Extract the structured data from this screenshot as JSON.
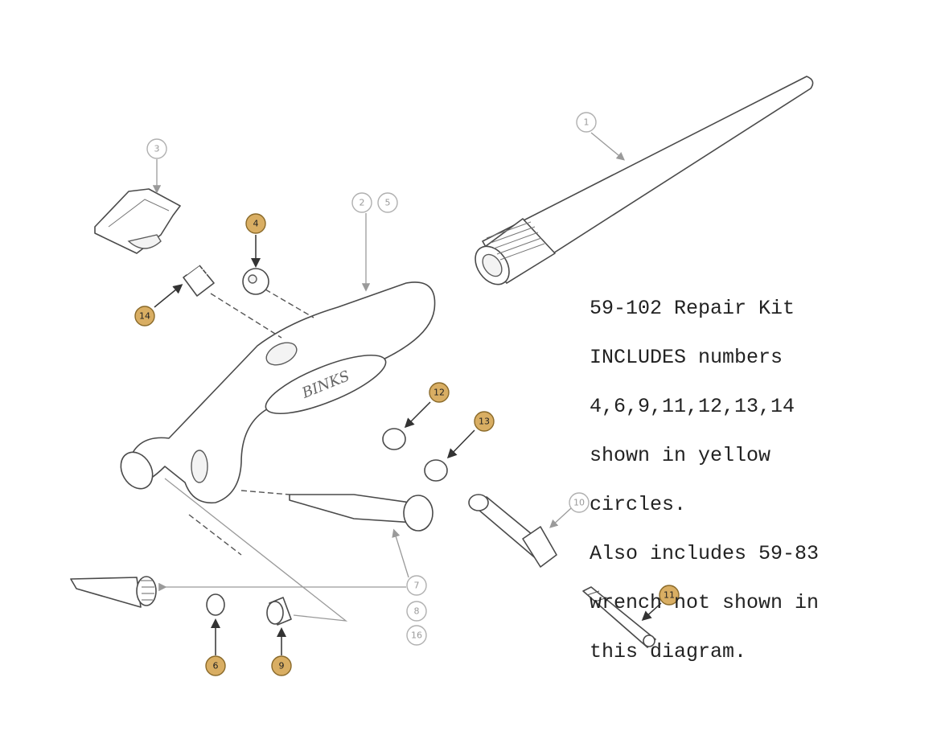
{
  "caption": {
    "lines": [
      "59-102 Repair Kit",
      "INCLUDES numbers",
      "4,6,9,11,12,13,14",
      "shown in yellow",
      "circles.",
      "Also includes 59-83",
      "wrench not shown in",
      "this diagram."
    ]
  },
  "logo_text": "BINKS",
  "callouts": [
    {
      "id": "c1",
      "label": "1",
      "kit": false
    },
    {
      "id": "c2",
      "label": "2",
      "kit": false
    },
    {
      "id": "c3",
      "label": "3",
      "kit": false
    },
    {
      "id": "c4",
      "label": "4",
      "kit": true
    },
    {
      "id": "c5",
      "label": "5",
      "kit": false
    },
    {
      "id": "c6",
      "label": "6",
      "kit": true
    },
    {
      "id": "c7",
      "label": "7",
      "kit": false
    },
    {
      "id": "c8",
      "label": "8",
      "kit": false
    },
    {
      "id": "c9",
      "label": "9",
      "kit": true
    },
    {
      "id": "c10",
      "label": "10",
      "kit": false
    },
    {
      "id": "c11",
      "label": "11",
      "kit": true
    },
    {
      "id": "c12",
      "label": "12",
      "kit": true
    },
    {
      "id": "c13",
      "label": "13",
      "kit": true
    },
    {
      "id": "c14",
      "label": "14",
      "kit": true
    },
    {
      "id": "c16",
      "label": "16",
      "kit": false
    }
  ],
  "colors": {
    "kit_fill": "#d9ae63",
    "kit_stroke": "#8a6a2a",
    "plain_fill": "#ffffff",
    "plain_stroke": "#b0b0b0",
    "plain_text": "#9a9a9a",
    "kit_text": "#222222"
  }
}
